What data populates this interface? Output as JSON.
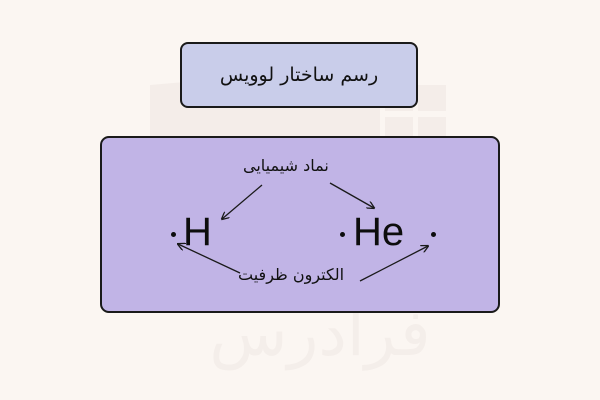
{
  "title": "رسم ساختار لوویس",
  "labels": {
    "chemical_symbol": "نماد شیمیایی",
    "valence_electrons": "الکترون ظرفیت"
  },
  "elements": [
    {
      "symbol": "H",
      "valence_dots": 1
    },
    {
      "symbol": "He",
      "valence_dots": 2
    }
  ],
  "colors": {
    "background": "#fbf6f2",
    "title_box": "#c9cdea",
    "main_box": "#c1b4e6",
    "stroke": "#1a1a1a"
  },
  "watermark": {
    "icon": "faradars-logo-icon",
    "text": "فرادرس"
  }
}
